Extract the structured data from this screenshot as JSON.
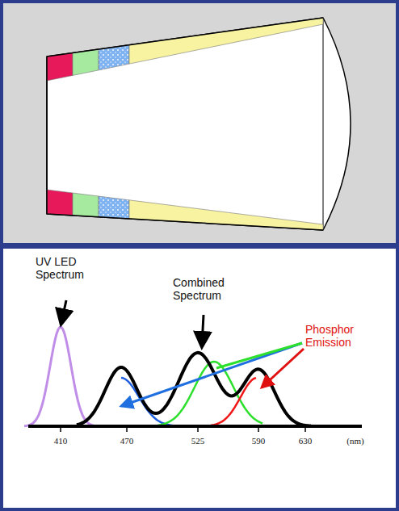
{
  "diagram": {
    "labels": [
      "UV LED Spectrum",
      "Combined Spectrum",
      "Phosphor Emission",
      "410",
      "470",
      "525",
      "590",
      "630",
      "(nm)"
    ]
  }
}
